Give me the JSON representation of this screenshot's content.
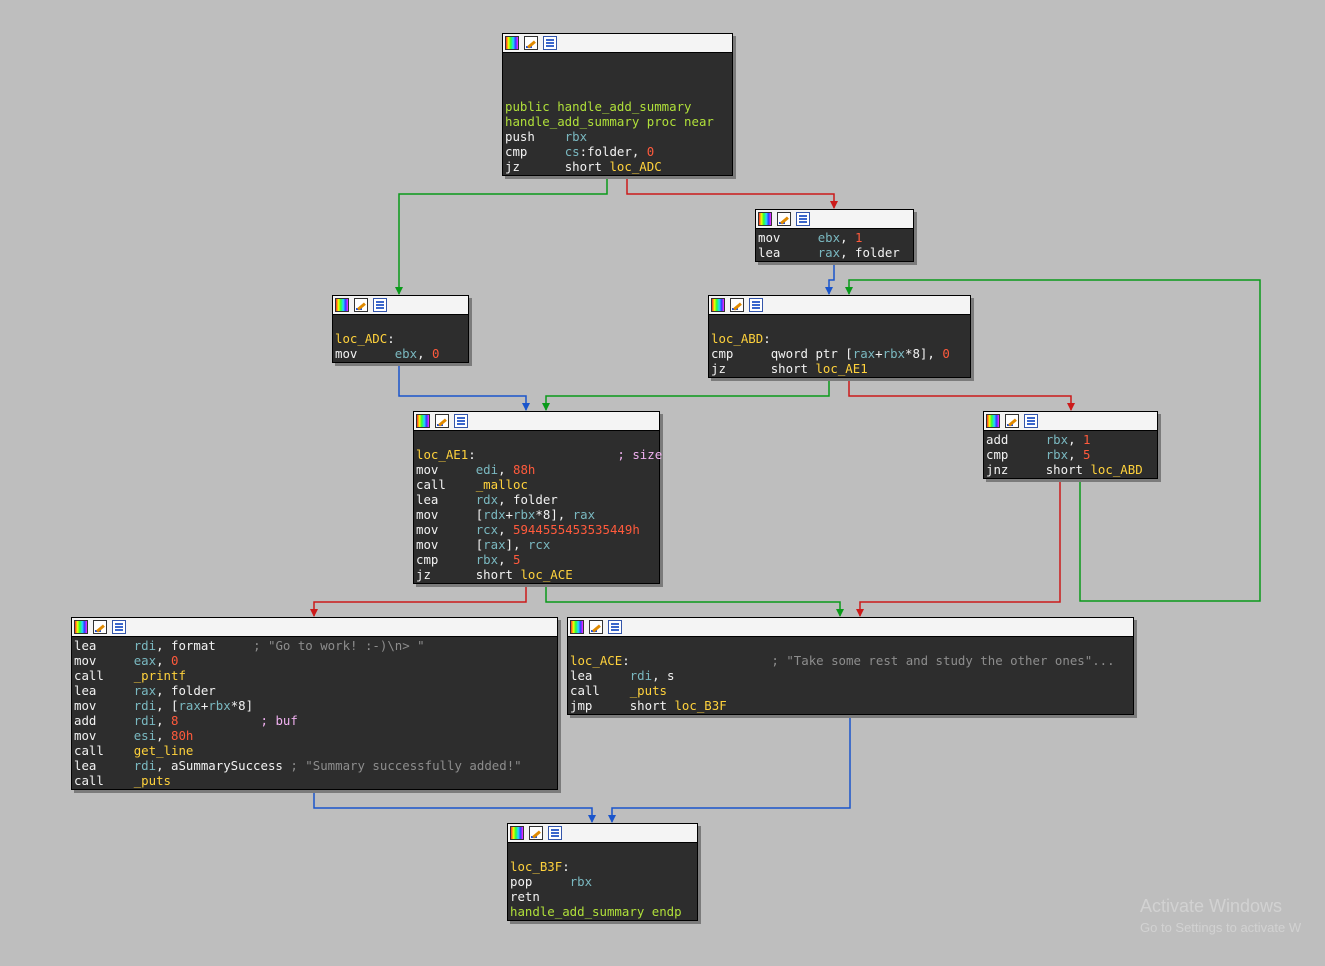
{
  "blocks": {
    "b0": {
      "lines": [
        {
          "p": []
        },
        {
          "p": []
        },
        {
          "p": []
        },
        {
          "p": [
            [
              "public handle_add_summary",
              "gr"
            ]
          ]
        },
        {
          "p": [
            [
              "handle_add_summary proc near",
              "gr"
            ]
          ]
        },
        {
          "p": [
            [
              "push    ",
              "wh"
            ],
            [
              "rbx",
              "rg"
            ]
          ]
        },
        {
          "p": [
            [
              "cmp     ",
              "wh"
            ],
            [
              "cs",
              "rg"
            ],
            [
              ":folder, ",
              "wh"
            ],
            [
              "0",
              "nm"
            ]
          ]
        },
        {
          "p": [
            [
              "jz      ",
              "wh"
            ],
            [
              "short ",
              "wh"
            ],
            [
              "loc_ADC",
              "lb"
            ]
          ]
        }
      ]
    },
    "b1": {
      "lines": [
        {
          "p": [
            [
              "mov     ",
              "wh"
            ],
            [
              "ebx",
              "rg"
            ],
            [
              ", ",
              "wh"
            ],
            [
              "1",
              "nm"
            ]
          ]
        },
        {
          "p": [
            [
              "lea     ",
              "wh"
            ],
            [
              "rax",
              "rg"
            ],
            [
              ", folder",
              "wh"
            ]
          ]
        }
      ]
    },
    "b2": {
      "lines": [
        {
          "p": []
        },
        {
          "p": [
            [
              "loc_ADC",
              "lb"
            ],
            [
              ":",
              "wh"
            ]
          ]
        },
        {
          "p": [
            [
              "mov     ",
              "wh"
            ],
            [
              "ebx",
              "rg"
            ],
            [
              ", ",
              "wh"
            ],
            [
              "0",
              "nm"
            ]
          ]
        }
      ]
    },
    "b3": {
      "lines": [
        {
          "p": []
        },
        {
          "p": [
            [
              "loc_ABD",
              "lb"
            ],
            [
              ":",
              "wh"
            ]
          ]
        },
        {
          "p": [
            [
              "cmp     ",
              "wh"
            ],
            [
              "qword ptr [",
              "wh"
            ],
            [
              "rax",
              "rg"
            ],
            [
              "+",
              "wh"
            ],
            [
              "rbx",
              "rg"
            ],
            [
              "*8], ",
              "wh"
            ],
            [
              "0",
              "nm"
            ]
          ]
        },
        {
          "p": [
            [
              "jz      ",
              "wh"
            ],
            [
              "short ",
              "wh"
            ],
            [
              "loc_AE1",
              "lb"
            ]
          ]
        }
      ]
    },
    "b4": {
      "lines": [
        {
          "p": [
            [
              "add     ",
              "wh"
            ],
            [
              "rbx",
              "rg"
            ],
            [
              ", ",
              "wh"
            ],
            [
              "1",
              "nm"
            ]
          ]
        },
        {
          "p": [
            [
              "cmp     ",
              "wh"
            ],
            [
              "rbx",
              "rg"
            ],
            [
              ", ",
              "wh"
            ],
            [
              "5",
              "nm"
            ]
          ]
        },
        {
          "p": [
            [
              "jnz     ",
              "wh"
            ],
            [
              "short ",
              "wh"
            ],
            [
              "loc_ABD",
              "lb"
            ]
          ]
        }
      ]
    },
    "b5": {
      "lines": [
        {
          "p": []
        },
        {
          "p": [
            [
              "loc_AE1",
              "lb"
            ],
            [
              ":                   ",
              "wh"
            ],
            [
              "; size",
              "pk"
            ]
          ]
        },
        {
          "p": [
            [
              "mov     ",
              "wh"
            ],
            [
              "edi",
              "rg"
            ],
            [
              ", ",
              "wh"
            ],
            [
              "88h",
              "nm"
            ]
          ]
        },
        {
          "p": [
            [
              "call    ",
              "wh"
            ],
            [
              "_malloc",
              "fn"
            ]
          ]
        },
        {
          "p": [
            [
              "lea     ",
              "wh"
            ],
            [
              "rdx",
              "rg"
            ],
            [
              ", folder",
              "wh"
            ]
          ]
        },
        {
          "p": [
            [
              "mov     ",
              "wh"
            ],
            [
              "[",
              "wh"
            ],
            [
              "rdx",
              "rg"
            ],
            [
              "+",
              "wh"
            ],
            [
              "rbx",
              "rg"
            ],
            [
              "*8], ",
              "wh"
            ],
            [
              "rax",
              "rg"
            ]
          ]
        },
        {
          "p": [
            [
              "mov     ",
              "wh"
            ],
            [
              "rcx",
              "rg"
            ],
            [
              ", ",
              "wh"
            ],
            [
              "5944555453535449h",
              "nm"
            ]
          ]
        },
        {
          "p": [
            [
              "mov     ",
              "wh"
            ],
            [
              "[",
              "wh"
            ],
            [
              "rax",
              "rg"
            ],
            [
              "], ",
              "wh"
            ],
            [
              "rcx",
              "rg"
            ]
          ]
        },
        {
          "p": [
            [
              "cmp     ",
              "wh"
            ],
            [
              "rbx",
              "rg"
            ],
            [
              ", ",
              "wh"
            ],
            [
              "5",
              "nm"
            ]
          ]
        },
        {
          "p": [
            [
              "jz      ",
              "wh"
            ],
            [
              "short ",
              "wh"
            ],
            [
              "loc_ACE",
              "lb"
            ]
          ]
        }
      ]
    },
    "b6": {
      "lines": [
        {
          "p": [
            [
              "lea     ",
              "wh"
            ],
            [
              "rdi",
              "rg"
            ],
            [
              ", format     ",
              "wh"
            ],
            [
              "; \"Go to work! :-)\\n> \"",
              "cm"
            ]
          ]
        },
        {
          "p": [
            [
              "mov     ",
              "wh"
            ],
            [
              "eax",
              "rg"
            ],
            [
              ", ",
              "wh"
            ],
            [
              "0",
              "nm"
            ]
          ]
        },
        {
          "p": [
            [
              "call    ",
              "wh"
            ],
            [
              "_printf",
              "fn"
            ]
          ]
        },
        {
          "p": [
            [
              "lea     ",
              "wh"
            ],
            [
              "rax",
              "rg"
            ],
            [
              ", folder",
              "wh"
            ]
          ]
        },
        {
          "p": [
            [
              "mov     ",
              "wh"
            ],
            [
              "rdi",
              "rg"
            ],
            [
              ", [",
              "wh"
            ],
            [
              "rax",
              "rg"
            ],
            [
              "+",
              "wh"
            ],
            [
              "rbx",
              "rg"
            ],
            [
              "*8]",
              "wh"
            ]
          ]
        },
        {
          "p": [
            [
              "add     ",
              "wh"
            ],
            [
              "rdi",
              "rg"
            ],
            [
              ", ",
              "wh"
            ],
            [
              "8",
              "nm"
            ],
            [
              "           ",
              "wh"
            ],
            [
              "; buf",
              "pk"
            ]
          ]
        },
        {
          "p": [
            [
              "mov     ",
              "wh"
            ],
            [
              "esi",
              "rg"
            ],
            [
              ", ",
              "wh"
            ],
            [
              "80h",
              "nm"
            ]
          ]
        },
        {
          "p": [
            [
              "call    ",
              "wh"
            ],
            [
              "get_line",
              "fn"
            ]
          ]
        },
        {
          "p": [
            [
              "lea     ",
              "wh"
            ],
            [
              "rdi",
              "rg"
            ],
            [
              ", aSummarySuccess ",
              "wh"
            ],
            [
              "; \"Summary successfully added!\"",
              "cm"
            ]
          ]
        },
        {
          "p": [
            [
              "call    ",
              "wh"
            ],
            [
              "_puts",
              "fn"
            ]
          ]
        }
      ]
    },
    "b7": {
      "lines": [
        {
          "p": []
        },
        {
          "p": [
            [
              "loc_ACE",
              "lb"
            ],
            [
              ":                   ",
              "wh"
            ],
            [
              "; \"Take some rest and study the other ones\"...",
              "cm"
            ]
          ]
        },
        {
          "p": [
            [
              "lea     ",
              "wh"
            ],
            [
              "rdi",
              "rg"
            ],
            [
              ", s",
              "wh"
            ]
          ]
        },
        {
          "p": [
            [
              "call    ",
              "wh"
            ],
            [
              "_puts",
              "fn"
            ]
          ]
        },
        {
          "p": [
            [
              "jmp     ",
              "wh"
            ],
            [
              "short ",
              "wh"
            ],
            [
              "loc_B3F",
              "lb"
            ]
          ]
        }
      ]
    },
    "b8": {
      "lines": [
        {
          "p": []
        },
        {
          "p": [
            [
              "loc_B3F",
              "lb"
            ],
            [
              ":",
              "wh"
            ]
          ]
        },
        {
          "p": [
            [
              "pop     ",
              "wh"
            ],
            [
              "rbx",
              "rg"
            ]
          ]
        },
        {
          "p": [
            [
              "retn",
              "wh"
            ]
          ]
        },
        {
          "p": [
            [
              "handle_add_summary endp",
              "gr"
            ]
          ]
        }
      ]
    }
  },
  "header_icons": [
    "color-palette-icon",
    "edit-pencil-icon",
    "comment-list-icon"
  ],
  "edge_colors": {
    "true_branch": "#0a9a1a",
    "false_branch": "#cc1a1a",
    "unconditional": "#1a55cc"
  },
  "watermark": {
    "title": "Activate Windows",
    "subtitle": "Go to Settings to activate W"
  }
}
